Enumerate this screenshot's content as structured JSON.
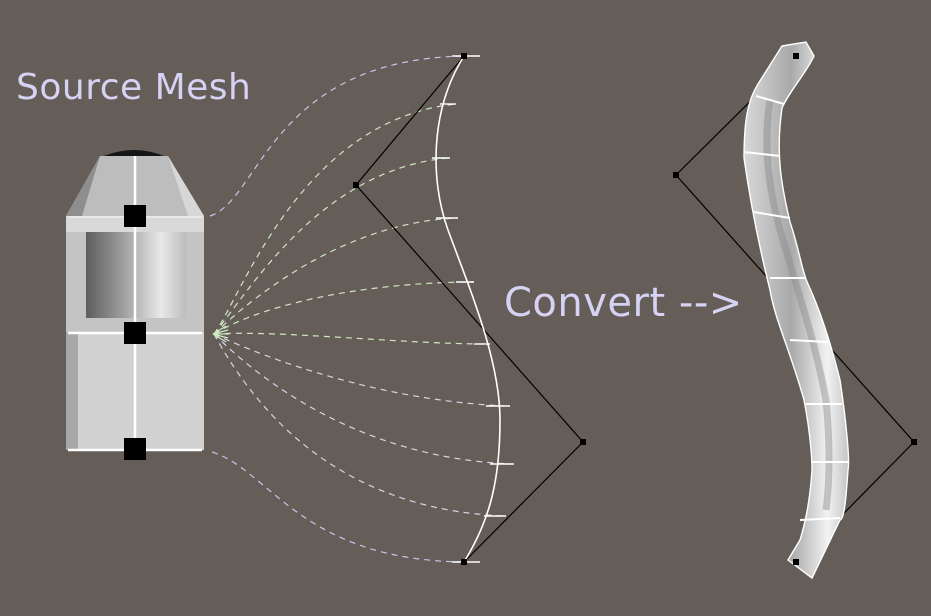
{
  "labels": {
    "source": "Source Mesh",
    "convert": "Convert -->"
  },
  "colors": {
    "background": "#655d57",
    "label_text": "#d6d2f4",
    "dashed_green": "#cfe8c2",
    "dashed_lavender": "#c8c4ec",
    "spline": "#000000",
    "handle": "#000000",
    "rib": "#ffffff",
    "mesh_light": "#e2e2e2",
    "mesh_mid": "#b8b8b8",
    "mesh_dark": "#6a6a6a"
  },
  "icons": [
    "source-mesh-figure",
    "spline-deformer-figure",
    "bent-mesh-figure"
  ]
}
